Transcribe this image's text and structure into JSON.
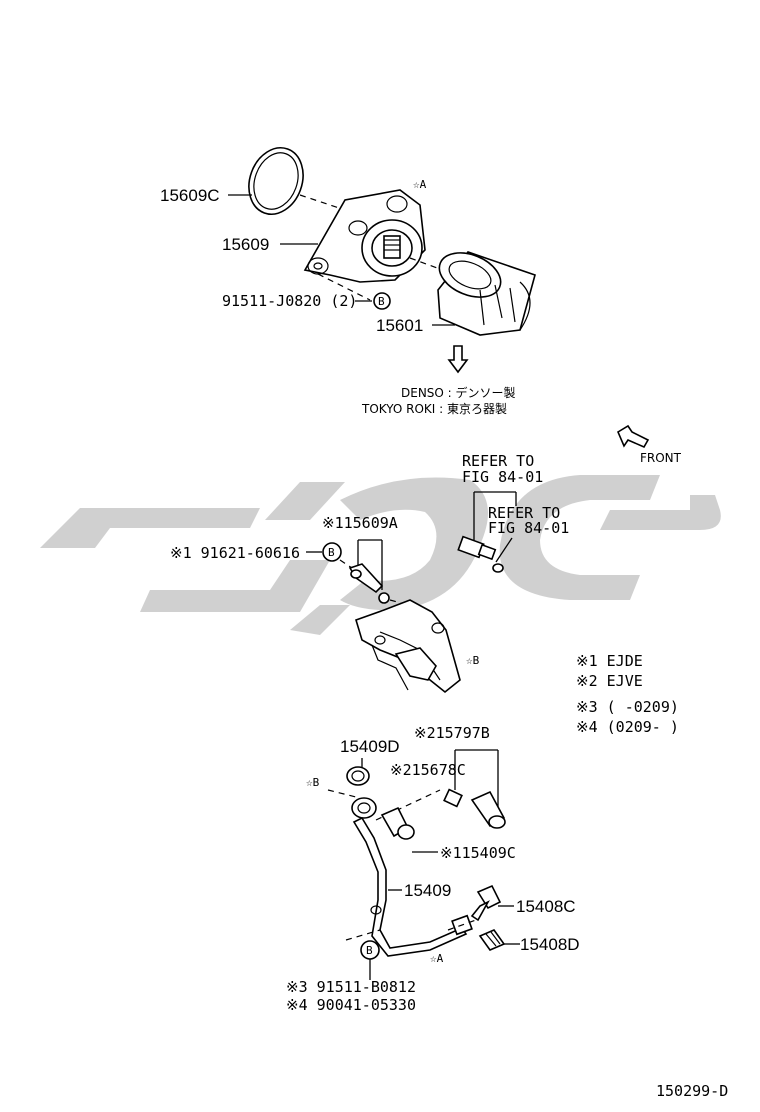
{
  "labels": {
    "p15609c": "15609C",
    "p15609": "15609",
    "p91511j": "91511-J0820 (2)",
    "p15601": "15601",
    "denso": "DENSO : デンソー製",
    "tokyo_roki": "TOKYO ROKI : 東京ろ器製",
    "refer1_line1": "REFER TO",
    "refer1_line2": "FIG 84-01",
    "refer2_line1": "REFER TO",
    "refer2_line2": "FIG 84-01",
    "front": "FRONT",
    "p115609a": "※115609A",
    "p91621": "※1 91621-60616",
    "note1": "※1 EJDE",
    "note2": "※2 EJVE",
    "note3": "※3 (     -0209)",
    "note4": "※4 (0209-     )",
    "p215797b": "※215797B",
    "p15409d": "15409D",
    "p215678c": "※215678C",
    "p115409c": "※115409C",
    "p15409": "15409",
    "p15408c": "15408C",
    "p15408d": "15408D",
    "p91511b": "※3 91511-B0812",
    "p90041": "※4 90041-05330",
    "diagram_id": "150299-D",
    "star_a": "☆A",
    "star_b": "☆B",
    "circle_b": "B"
  },
  "colors": {
    "line": "#000000",
    "watermark": "#c8c8c8"
  }
}
